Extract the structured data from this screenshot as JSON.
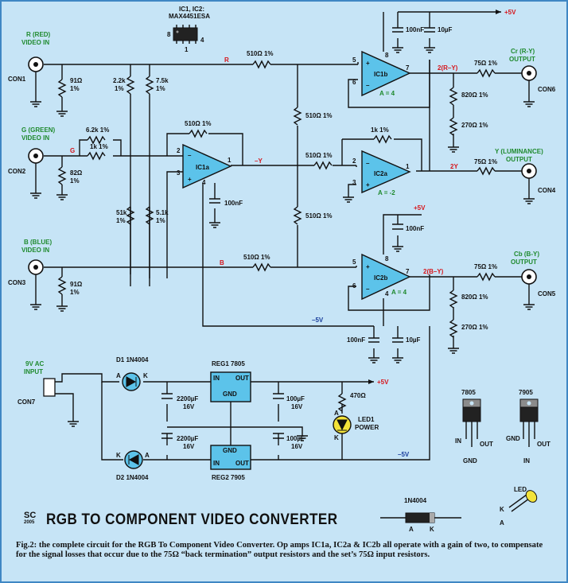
{
  "chip_label": {
    "line1": "IC1, IC2:",
    "line2": "MAX4451ESA",
    "pin8": "8",
    "pin4": "4",
    "pin1": "1"
  },
  "inputs": {
    "red": {
      "line1": "R (RED)",
      "line2": "VIDEO IN",
      "con": "CON1",
      "res": "91Ω",
      "tol": "1%"
    },
    "green": {
      "line1": "G (GREEN)",
      "line2": "VIDEO IN",
      "con": "CON2",
      "res": "82Ω",
      "tol": "1%",
      "sig": "G"
    },
    "blue": {
      "line1": "B (BLUE)",
      "line2": "VIDEO IN",
      "con": "CON3",
      "res": "91Ω",
      "tol": "1%"
    }
  },
  "outputs": {
    "cr": {
      "line1": "Cr (R-Y)",
      "line2": "OUTPUT",
      "con": "CON6"
    },
    "y": {
      "line1": "Y (LUMINANCE)",
      "line2": "OUTPUT",
      "con": "CON4"
    },
    "cb": {
      "line1": "Cb (B-Y)",
      "line2": "OUTPUT",
      "con": "CON5"
    }
  },
  "opamps": {
    "ic1a": {
      "name": "IC1a",
      "p2": "2",
      "p3": "3",
      "p1": "1",
      "p4": "4"
    },
    "ic1b": {
      "name": "IC1b",
      "p5": "5",
      "p6": "6",
      "p7": "7",
      "p8": "8",
      "gain": "A = 4"
    },
    "ic2a": {
      "name": "IC2a",
      "p2": "2",
      "p3": "3",
      "p1": "1",
      "gain": "A = -2"
    },
    "ic2b": {
      "name": "IC2b",
      "p5": "5",
      "p6": "6",
      "p7": "7",
      "p8": "8",
      "p4": "4",
      "gain": "A = 4"
    }
  },
  "signals": {
    "R": "R",
    "B": "B",
    "negY": "–Y",
    "twoRY": "2(R–Y)",
    "twoY": "2Y",
    "twoBY": "2(B–Y)"
  },
  "resistors": {
    "r22k": "2.2k",
    "r75k": "7.5k",
    "r1pct": "1%",
    "r62k": "6.2k 1%",
    "r1k": "1k 1%",
    "r51k": "51k",
    "r51k2": "5.1k",
    "r510": "510Ω 1%",
    "r510b": "510Ω",
    "r75": "75Ω 1%",
    "r820": "820Ω 1%",
    "r270": "270Ω 1%",
    "r1kfb": "1k 1%",
    "r470": "470Ω"
  },
  "caps": {
    "c100n": "100nF",
    "c10u": "10µF",
    "c2200": "2200µF",
    "c16v": "16V",
    "c100u": "100µF"
  },
  "rails": {
    "p5": "+5V",
    "m5": "–5V"
  },
  "power": {
    "input1": "9V AC",
    "input2": "INPUT",
    "con7": "CON7",
    "d1": "D1 1N4004",
    "d2": "D2 1N4004",
    "reg1": "REG1 7805",
    "reg2": "REG2 7905",
    "in": "IN",
    "out": "OUT",
    "gnd": "GND",
    "led1": "LED1",
    "led2": "POWER",
    "a": "A",
    "k": "K"
  },
  "pinouts": {
    "p7805": "7805",
    "p7905": "7905",
    "in": "IN",
    "gnd": "GND",
    "out": "OUT",
    "d1n4004": "1N4004",
    "led": "LED",
    "a": "A",
    "k": "K"
  },
  "title": "RGB TO COMPONENT VIDEO CONVERTER",
  "logo": "SC",
  "logo_year": "2005",
  "caption": "Fig.2: the complete circuit for the RGB To Component Video Converter. Op amps IC1a, IC2a & IC2b all operate with a gain of two, to compensate for the signal losses that occur due to the 75Ω “back termination” output resistors and the set’s 75Ω input resistors."
}
